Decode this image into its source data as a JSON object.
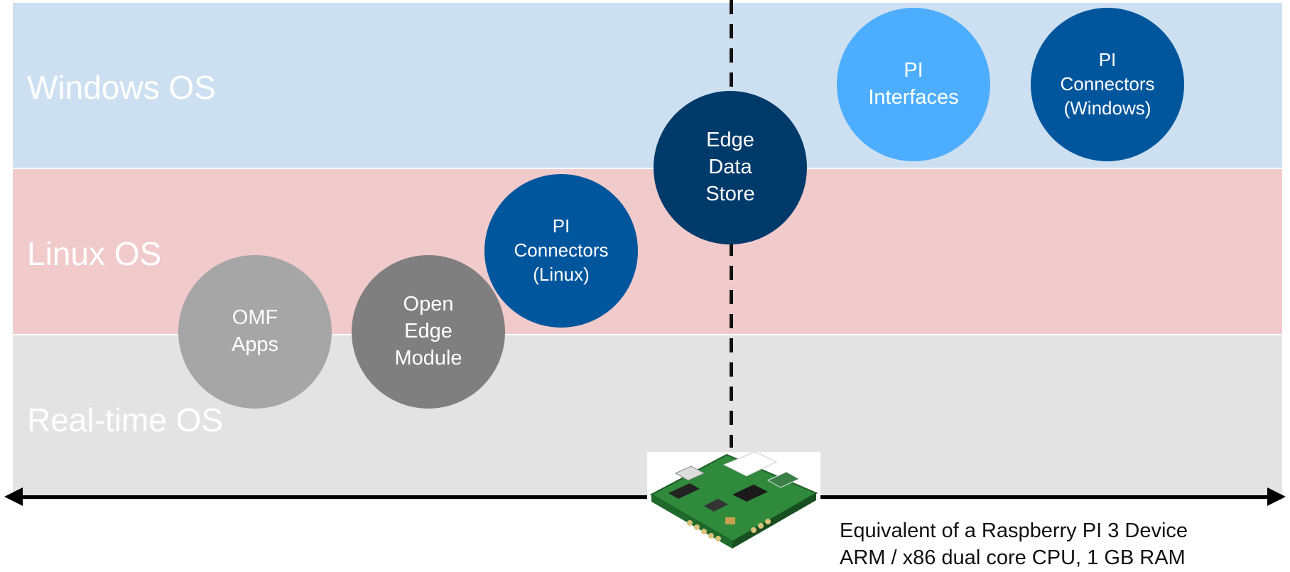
{
  "bands": {
    "windows": "Windows OS",
    "linux": "Linux OS",
    "realtime": "Real-time OS"
  },
  "circles": {
    "omf_apps": [
      "OMF",
      "Apps"
    ],
    "open_edge_module": [
      "Open",
      "Edge",
      "Module"
    ],
    "pi_connectors_linux": [
      "PI",
      "Connectors",
      "(Linux)"
    ],
    "edge_data_store": [
      "Edge",
      "Data",
      "Store"
    ],
    "pi_interfaces": [
      "PI",
      "Interfaces"
    ],
    "pi_connectors_windows": [
      "PI",
      "Connectors",
      "(Windows)"
    ]
  },
  "caption": {
    "line1": "Equivalent of a Raspberry PI 3 Device",
    "line2": "ARM / x86 dual core CPU, 1 GB RAM"
  },
  "colors": {
    "windows_band": "#cde0f1",
    "linux_band": "#f1cacc",
    "realtime_band": "#e3e3e3",
    "omf_apps": "#a6a6a6",
    "open_edge_module": "#7f7f7f",
    "pi_connectors": "#00569d",
    "edge_data_store": "#003a6a",
    "pi_interfaces": "#4daeff"
  },
  "icons": {
    "device": "circuit-board-icon"
  }
}
